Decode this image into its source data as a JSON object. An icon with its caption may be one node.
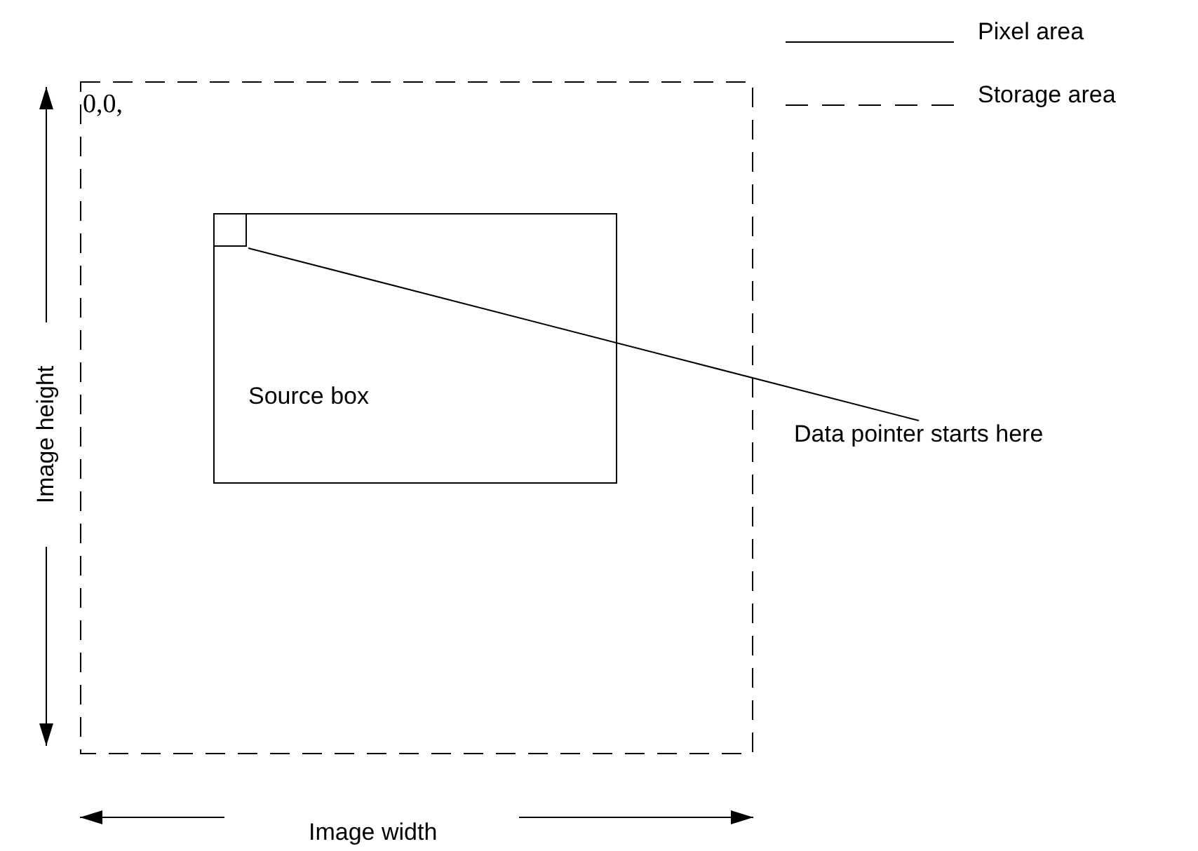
{
  "diagram": {
    "nodes": [
      {
        "text": [
          "0,0,"
        ]
      },
      {
        "text": [
          "Source box"
        ],
        "in": 0
      },
      {
        "text": [],
        "shape": "box",
        "in": 1
      },
      {
        "text": [
          "Data pointer starts here"
        ]
      }
    ],
    "edges": [
      {
        "from": 3,
        "to": 2,
        "arrow": "none"
      }
    ],
    "labels": [
      "Image height",
      "Image width"
    ],
    "legend": [
      {
        "text": "Pixel area"
      },
      {
        "text": "Storage area"
      }
    ]
  }
}
